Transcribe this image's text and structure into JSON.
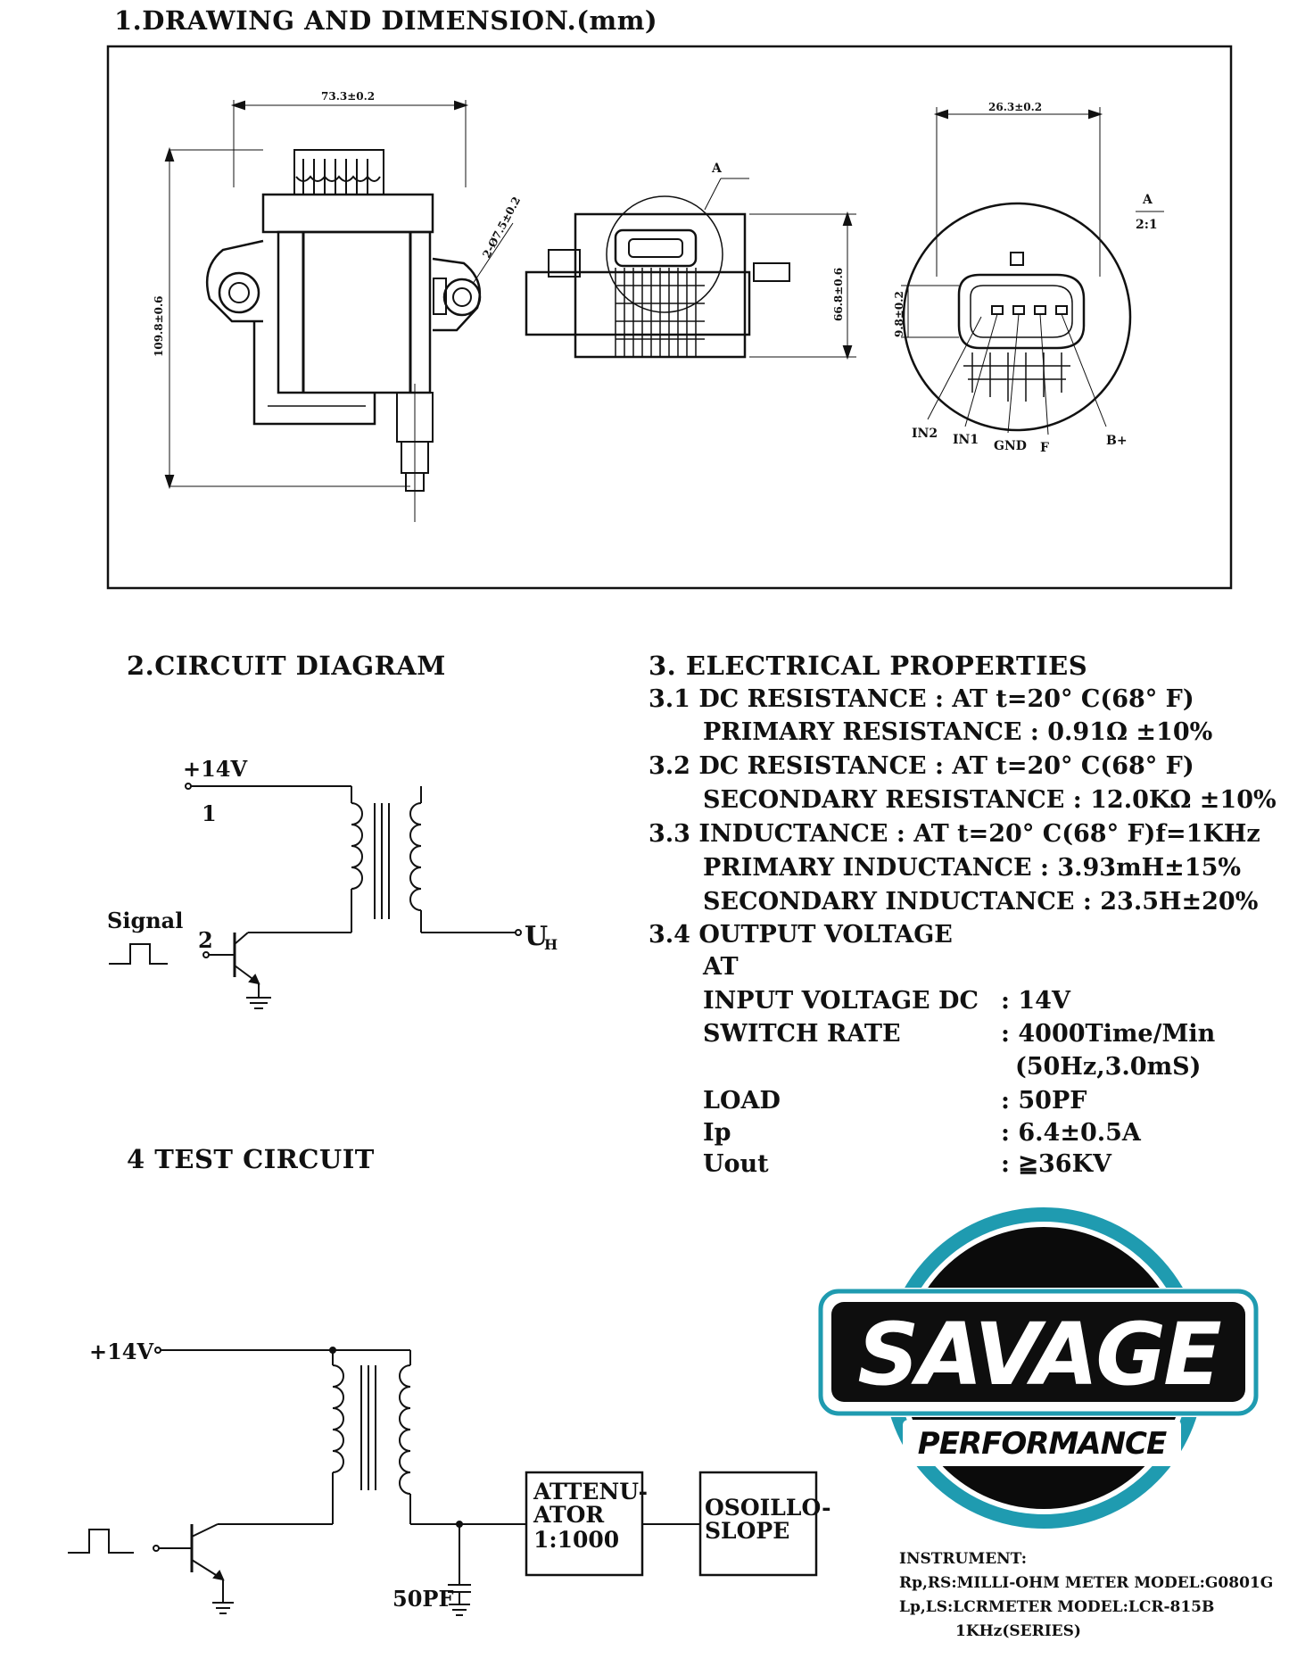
{
  "section1": {
    "title": "1.DRAWING AND DIMENSION.(mm)",
    "dims": {
      "width": "73.3±0.2",
      "height": "109.8±0.6",
      "hole": "2-Ø7.5±0.2",
      "side_height": "66.8±0.6",
      "conn_width": "26.3±0.2",
      "conn_height": "9.8±0.2"
    },
    "detail_callout": "A",
    "detail_label": "A",
    "detail_scale": "2:1",
    "pins": [
      "IN2",
      "IN1",
      "GND",
      "F",
      "B+"
    ]
  },
  "section2": {
    "title": "2.CIRCUIT DIAGRAM",
    "supply": "+14V",
    "pin1": "1",
    "pin2": "2",
    "signal": "Signal",
    "output": "U",
    "output_sub": "H"
  },
  "section3": {
    "title": "3. ELECTRICAL PROPERTIES",
    "lines": [
      "3.1 DC RESISTANCE : AT t=20° C(68° F)",
      "PRIMARY RESISTANCE : 0.91Ω ±10%",
      "3.2 DC RESISTANCE : AT t=20° C(68° F)",
      "SECONDARY RESISTANCE : 12.0KΩ ±10%",
      "3.3 INDUCTANCE : AT t=20° C(68° F)f=1KHz",
      "PRIMARY INDUCTANCE : 3.93mH±15%",
      "SECONDARY INDUCTANCE : 23.5H±20%",
      "3.4 OUTPUT VOLTAGE",
      "AT"
    ],
    "table": [
      {
        "label": "INPUT VOLTAGE DC",
        "value": ": 14V"
      },
      {
        "label": "SWITCH RATE",
        "value": ": 4000Time/Min"
      },
      {
        "label": "",
        "value": "(50Hz,3.0mS)"
      },
      {
        "label": "LOAD",
        "value": ": 50PF"
      },
      {
        "label": "Ip",
        "value": ": 6.4±0.5A"
      },
      {
        "label": "Uout",
        "value": ": ≧36KV"
      }
    ]
  },
  "section4": {
    "title": "4 TEST CIRCUIT",
    "supply": "+14V",
    "capacitor": "50PF",
    "attenuator": [
      "ATTENU-",
      "ATOR",
      "1:1000"
    ],
    "scope": [
      "OSOILLO-",
      "SLOPE"
    ]
  },
  "instrument": [
    "INSTRUMENT:",
    "Rp,RS:MILLI-OHM METER MODEL:G0801G",
    "Lp,LS:LCRMETER MODEL:LCR-815B",
    "1KHz(SERIES)"
  ],
  "logo": {
    "word": "SAVAGE",
    "sub": "PERFORMANCE",
    "ring_color": "#1f9bb0",
    "dark_color": "#0b0b0b",
    "bar_color": "#0e0e0e"
  }
}
